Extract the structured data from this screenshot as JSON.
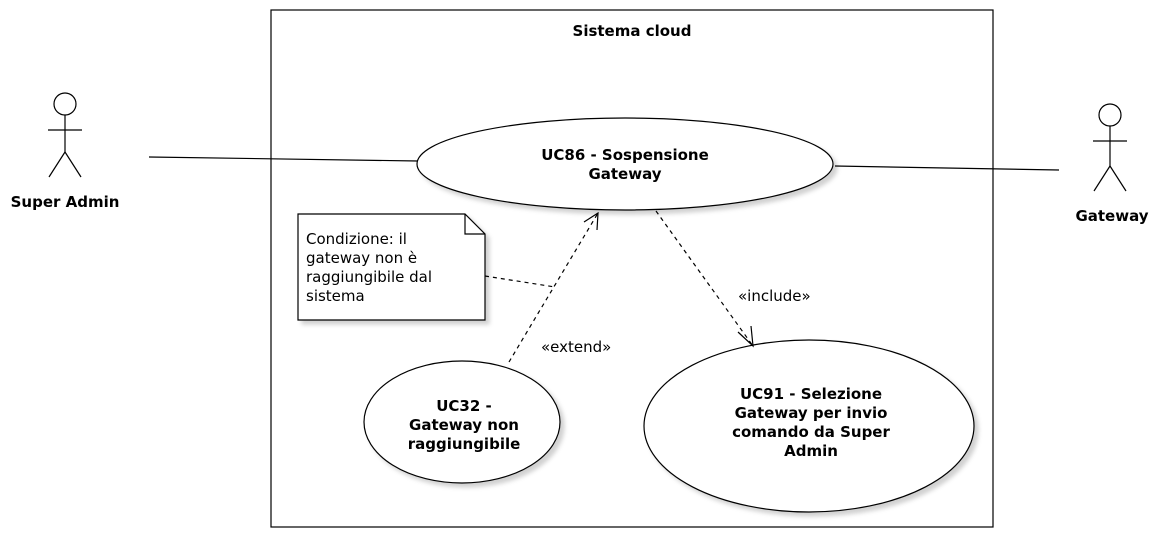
{
  "system": {
    "title": "Sistema cloud"
  },
  "actors": {
    "super_admin": {
      "name": "Super Admin"
    },
    "gateway": {
      "name": "Gateway"
    }
  },
  "use_cases": {
    "uc86": {
      "label": "UC86 - Sospensione Gateway"
    },
    "uc32": {
      "label": "UC32 - Gateway non raggiungibile"
    },
    "uc91": {
      "label": "UC91 - Selezione Gateway per invio comando da Super Admin"
    }
  },
  "relations": {
    "extend_label": "«extend»",
    "include_label": "«include»"
  },
  "note": {
    "text": "Condizione: il gateway non è raggiungibile dal sistema"
  }
}
